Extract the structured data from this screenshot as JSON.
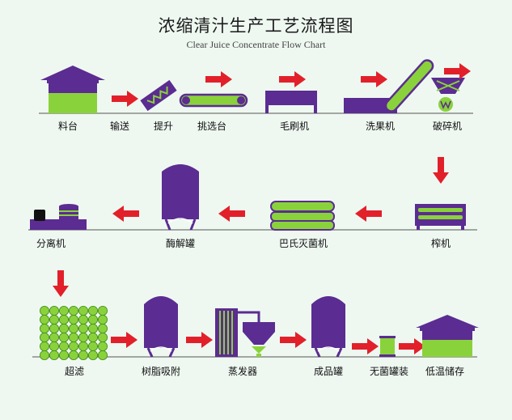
{
  "title": "浓缩清汁生产工艺流程图",
  "subtitle": "Clear Juice Concentrate Flow Chart",
  "colors": {
    "background": "#eef8f1",
    "equipment": "#5b2c91",
    "accent": "#8ad23b",
    "arrow": "#e2202a",
    "baseline": "#555555"
  },
  "steps": [
    {
      "id": "s1",
      "label": "料台",
      "icon": "shed-icon"
    },
    {
      "id": "s2",
      "label": "输送",
      "icon": "arrow-right-icon"
    },
    {
      "id": "s3",
      "label": "提升",
      "icon": "elevator-icon"
    },
    {
      "id": "s4",
      "label": "挑选台",
      "icon": "sorting-conveyor-icon"
    },
    {
      "id": "s5",
      "label": "毛刷机",
      "icon": "brush-machine-icon"
    },
    {
      "id": "s6",
      "label": "洗果机",
      "icon": "fruit-washer-icon"
    },
    {
      "id": "s7",
      "label": "破碎机",
      "icon": "crusher-icon"
    },
    {
      "id": "s8",
      "label": "榨机",
      "icon": "press-icon"
    },
    {
      "id": "s9",
      "label": "巴氏灭菌机",
      "icon": "pasteurizer-icon"
    },
    {
      "id": "s10",
      "label": "酶解罐",
      "icon": "enzyme-tank-icon"
    },
    {
      "id": "s11",
      "label": "分离机",
      "icon": "separator-icon"
    },
    {
      "id": "s12",
      "label": "超滤",
      "icon": "ultrafilter-icon"
    },
    {
      "id": "s13",
      "label": "树脂吸附",
      "icon": "resin-tank-icon"
    },
    {
      "id": "s14",
      "label": "蒸发器",
      "icon": "evaporator-icon"
    },
    {
      "id": "s15",
      "label": "成品罐",
      "icon": "product-tank-icon"
    },
    {
      "id": "s16",
      "label": "无菌罐装",
      "icon": "aseptic-can-icon"
    },
    {
      "id": "s17",
      "label": "低温储存",
      "icon": "cold-storage-icon"
    }
  ]
}
